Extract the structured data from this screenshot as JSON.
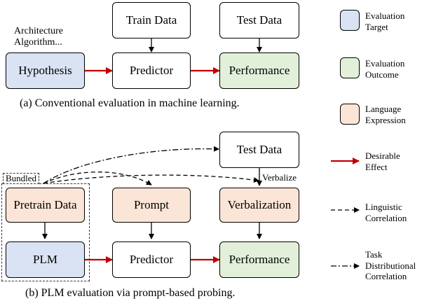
{
  "top": {
    "side_note_line1": "Architecture",
    "side_note_line2": "Algorithm...",
    "train_data": "Train Data",
    "test_data": "Test Data",
    "hypothesis": "Hypothesis",
    "predictor": "Predictor",
    "performance": "Performance",
    "caption": "(a) Conventional evaluation in machine learning."
  },
  "bottom": {
    "bundled": "Bundled",
    "test_data": "Test Data",
    "verbalize": "Verbalize",
    "pretrain_data": "Pretrain Data",
    "prompt": "Prompt",
    "verbalization": "Verbalization",
    "plm": "PLM",
    "predictor": "Predictor",
    "performance": "Performance",
    "caption": "(b) PLM evaluation via prompt-based probing."
  },
  "legend": {
    "eval_target": [
      "Evaluation",
      "Target"
    ],
    "eval_outcome": [
      "Evaluation",
      "Outcome"
    ],
    "language_expression": [
      "Language",
      "Expression"
    ],
    "desirable_effect": [
      "Desirable",
      "Effect"
    ],
    "linguistic_correlation": [
      "Linguistic",
      "Correlation"
    ],
    "task_distributional": [
      "Task",
      "Distributional",
      "Correlation"
    ]
  },
  "colors": {
    "evaluation_target": "#dae3f3",
    "evaluation_outcome": "#e2f0d9",
    "language_expression": "#fbe5d6",
    "desirable_effect_arrow": "#c00000"
  }
}
